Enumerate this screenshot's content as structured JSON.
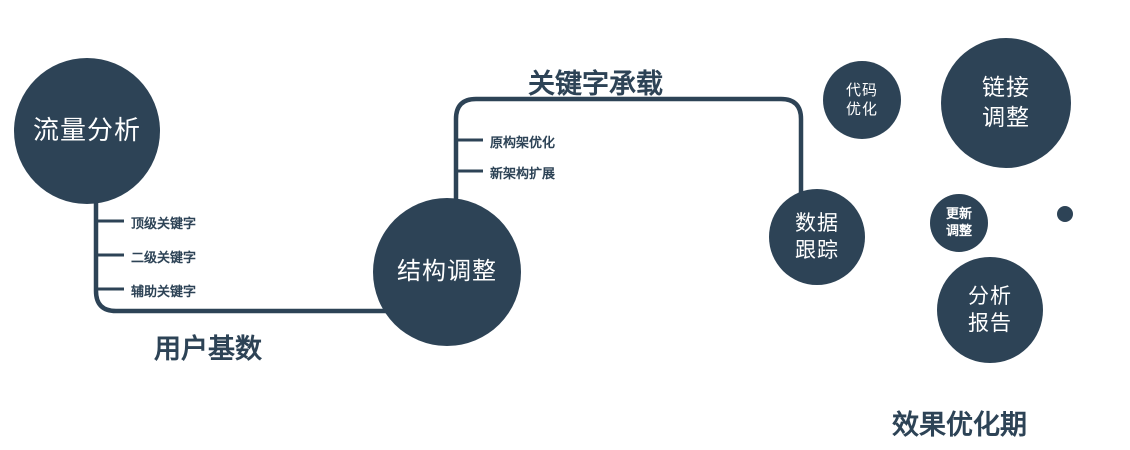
{
  "colors": {
    "primary": "#2d4356"
  },
  "nodes": {
    "traffic": {
      "label": "流量分析"
    },
    "structure": {
      "label": "结构调整"
    },
    "tracking": {
      "line1": "数据",
      "line2": "跟踪"
    },
    "code": {
      "line1": "代码",
      "line2": "优化"
    },
    "link": {
      "line1": "链接",
      "line2": "调整"
    },
    "update": {
      "line1": "更新",
      "line2": "调整"
    },
    "report": {
      "line1": "分析",
      "line2": "报告"
    }
  },
  "labels": {
    "user_base": "用户基数",
    "keyword_bearing": "关键字承载",
    "effect_period": "效果优化期"
  },
  "left_ticks": [
    "顶级关键字",
    "二级关键字",
    "辅助关键字"
  ],
  "mid_ticks": [
    "原构架优化",
    "新架构扩展"
  ]
}
